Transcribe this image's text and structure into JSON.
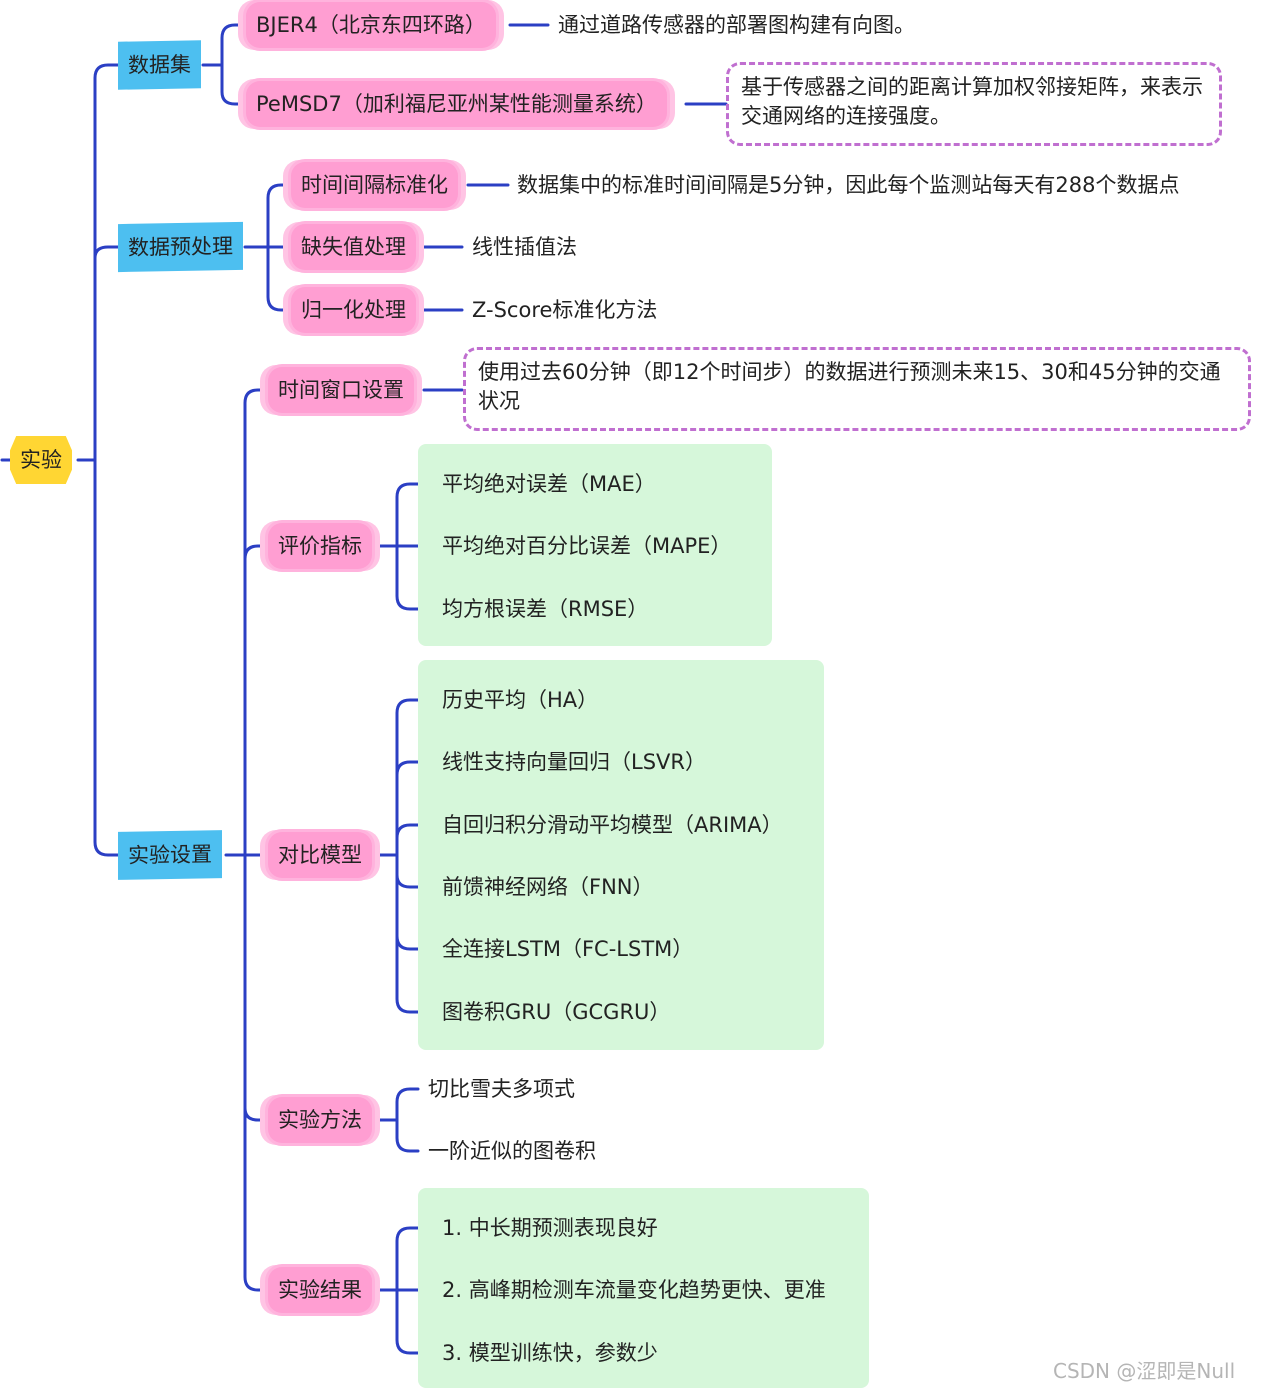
{
  "root": "实验",
  "dataset": {
    "label": "数据集",
    "bjer4": {
      "label": "BJER4（北京东四环路）",
      "note": "通过道路传感器的部署图构建有向图。"
    },
    "pemsd7": {
      "label": "PeMSD7（加利福尼亚州某性能测量系统）",
      "note": "基于传感器之间的距离计算加权邻接矩阵，来表示交通网络的连接强度。"
    }
  },
  "preprocess": {
    "label": "数据预处理",
    "interval": {
      "label": "时间间隔标准化",
      "note": "数据集中的标准时间间隔是5分钟，因此每个监测站每天有288个数据点"
    },
    "missing": {
      "label": "缺失值处理",
      "note": "线性插值法"
    },
    "normalize": {
      "label": "归一化处理",
      "note": "Z-Score标准化方法"
    }
  },
  "setup": {
    "label": "实验设置",
    "window": {
      "label": "时间窗口设置",
      "note": "使用过去60分钟（即12个时间步）的数据进行预测未来15、30和45分钟的交通状况"
    },
    "metrics": {
      "label": "评价指标",
      "items": [
        "平均绝对误差（MAE）",
        "平均绝对百分比误差（MAPE）",
        "均方根误差（RMSE）"
      ]
    },
    "baselines": {
      "label": "对比模型",
      "items": [
        "历史平均（HA）",
        "线性支持向量回归（LSVR）",
        "自回归积分滑动平均模型（ARIMA）",
        "前馈神经网络（FNN）",
        "全连接LSTM（FC-LSTM）",
        "图卷积GRU（GCGRU）"
      ]
    },
    "method": {
      "label": "实验方法",
      "items": [
        "切比雪夫多项式",
        "一阶近似的图卷积"
      ]
    },
    "results": {
      "label": "实验结果",
      "items": [
        "1. 中长期预测表现良好",
        "2. 高峰期检测车流量变化趋势更快、更准",
        "3. 模型训练快，参数少"
      ]
    }
  },
  "watermark": "CSDN @涩即是Null",
  "colors": {
    "line": "#2b3fc4",
    "root": "#ffd633",
    "blue": "#4dbff0",
    "pink": "#ff9ed2",
    "green": "#d6f7da",
    "dash": "#c06fd0"
  }
}
